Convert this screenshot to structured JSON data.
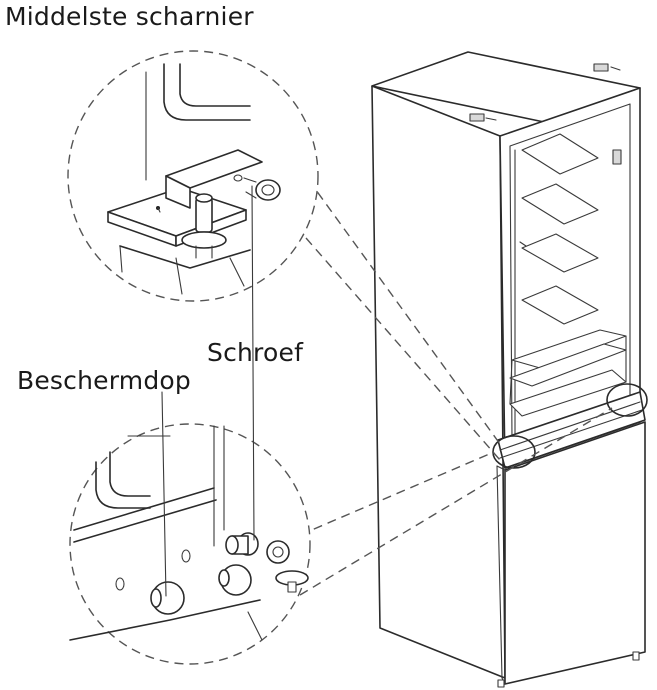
{
  "labels": {
    "middle_hinge": "Middelste scharnier",
    "screw": "Schroef",
    "protective_cap": "Beschermdop"
  },
  "colors": {
    "line": "#2b2b2b",
    "dash": "#555555",
    "background": "#ffffff"
  }
}
